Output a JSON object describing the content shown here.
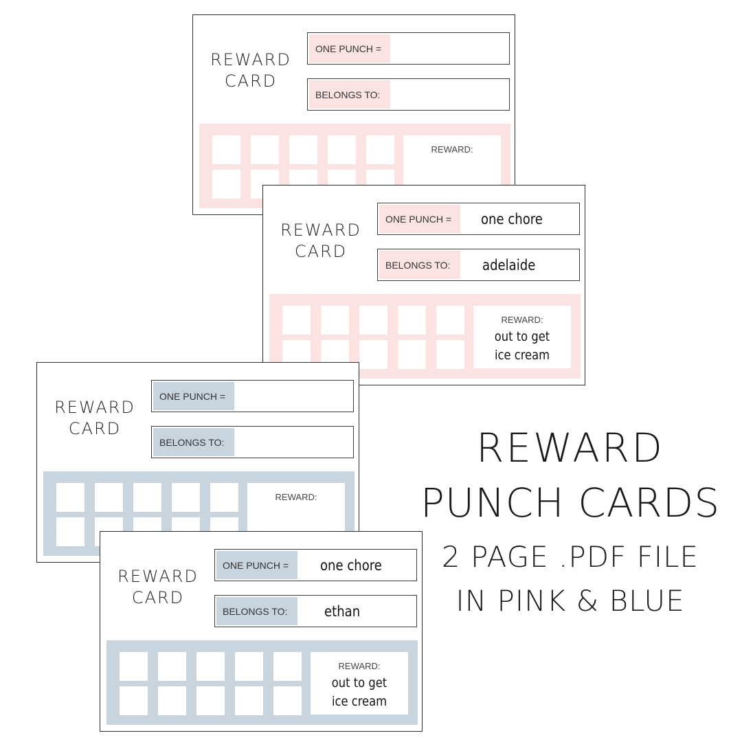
{
  "colors": {
    "pink": "#fbe3e3",
    "blue": "#c8d4de",
    "border": "#2b2b2b"
  },
  "cards": [
    {
      "theme": "pink",
      "title_line1": "REWARD",
      "title_line2": "CARD",
      "one_punch_label": "ONE PUNCH =",
      "one_punch_value": "",
      "belongs_label": "BELONGS TO:",
      "belongs_value": "",
      "reward_label": "REWARD:",
      "reward_value": ""
    },
    {
      "theme": "pink",
      "title_line1": "REWARD",
      "title_line2": "CARD",
      "one_punch_label": "ONE PUNCH =",
      "one_punch_value": "one chore",
      "belongs_label": "BELONGS TO:",
      "belongs_value": "adelaide",
      "reward_label": "REWARD:",
      "reward_value": "out to get ice cream"
    },
    {
      "theme": "blue",
      "title_line1": "REWARD",
      "title_line2": "CARD",
      "one_punch_label": "ONE PUNCH =",
      "one_punch_value": "",
      "belongs_label": "BELONGS TO:",
      "belongs_value": "",
      "reward_label": "REWARD:",
      "reward_value": ""
    },
    {
      "theme": "blue",
      "title_line1": "REWARD",
      "title_line2": "CARD",
      "one_punch_label": "ONE PUNCH =",
      "one_punch_value": "one chore",
      "belongs_label": "BELONGS TO:",
      "belongs_value": "ethan",
      "reward_label": "REWARD:",
      "reward_value": "out to get ice cream"
    }
  ],
  "headline": {
    "line1": "REWARD",
    "line2": "PUNCH CARDS",
    "line3": "2 PAGE .PDF FILE",
    "line4": "IN PINK & BLUE"
  }
}
